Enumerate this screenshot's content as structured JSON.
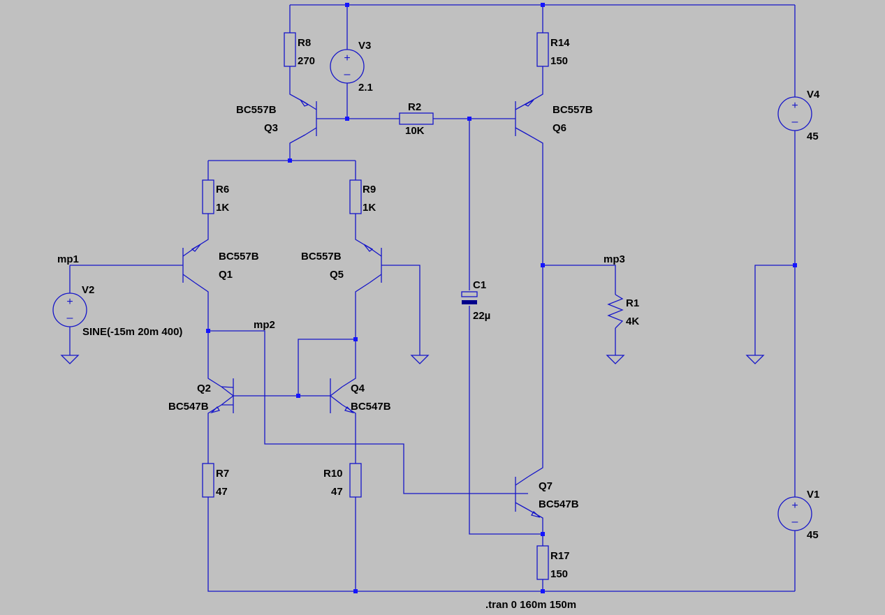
{
  "components": {
    "R8": {
      "ref": "R8",
      "value": "270"
    },
    "R14": {
      "ref": "R14",
      "value": "150"
    },
    "R2": {
      "ref": "R2",
      "value": "10K"
    },
    "R6": {
      "ref": "R6",
      "value": "1K"
    },
    "R9": {
      "ref": "R9",
      "value": "1K"
    },
    "R1": {
      "ref": "R1",
      "value": "4K"
    },
    "R7": {
      "ref": "R7",
      "value": "47"
    },
    "R10": {
      "ref": "R10",
      "value": "47"
    },
    "R17": {
      "ref": "R17",
      "value": "150"
    },
    "C1": {
      "ref": "C1",
      "value": "22µ"
    },
    "V3": {
      "ref": "V3",
      "value": "2.1"
    },
    "V4": {
      "ref": "V4",
      "value": "45"
    },
    "V1": {
      "ref": "V1",
      "value": "45"
    },
    "V2": {
      "ref": "V2",
      "value": "SINE(-15m 20m 400)"
    },
    "Q3": {
      "ref": "Q3",
      "model": "BC557B"
    },
    "Q6": {
      "ref": "Q6",
      "model": "BC557B"
    },
    "Q1": {
      "ref": "Q1",
      "model": "BC557B"
    },
    "Q5": {
      "ref": "Q5",
      "model": "BC557B"
    },
    "Q2": {
      "ref": "Q2",
      "model": "BC547B"
    },
    "Q4": {
      "ref": "Q4",
      "model": "BC547B"
    },
    "Q7": {
      "ref": "Q7",
      "model": "BC547B"
    }
  },
  "nets": {
    "mp1": "mp1",
    "mp2": "mp2",
    "mp3": "mp3"
  },
  "directive": ".tran 0 160m 150m",
  "colors": {
    "background": "#c0c0c0",
    "wire": "#1515c8",
    "junction": "#1515ff",
    "text": "#000000"
  }
}
